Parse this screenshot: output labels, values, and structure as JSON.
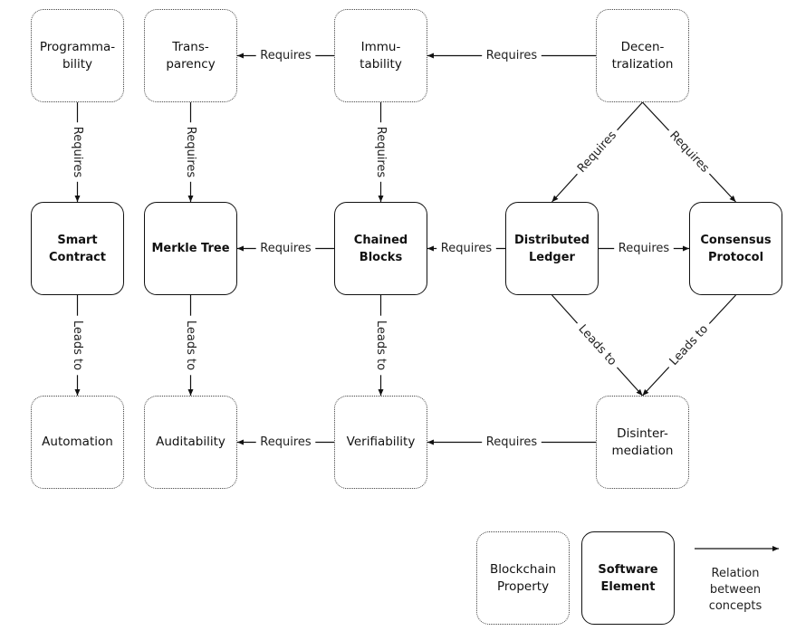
{
  "nodes": [
    {
      "id": "programmability",
      "kind": "property",
      "label": "Programma-\nbility"
    },
    {
      "id": "transparency",
      "kind": "property",
      "label": "Trans-\nparency"
    },
    {
      "id": "immutability",
      "kind": "property",
      "label": "Immu-\ntability"
    },
    {
      "id": "decentralization",
      "kind": "property",
      "label": "Decen-\ntralization"
    },
    {
      "id": "smart-contract",
      "kind": "element",
      "label": "Smart\nContract"
    },
    {
      "id": "merkle-tree",
      "kind": "element",
      "label": "Merkle Tree"
    },
    {
      "id": "chained-blocks",
      "kind": "element",
      "label": "Chained\nBlocks"
    },
    {
      "id": "distributed-ledger",
      "kind": "element",
      "label": "Distributed\nLedger"
    },
    {
      "id": "consensus-protocol",
      "kind": "element",
      "label": "Consensus\nProtocol"
    },
    {
      "id": "automation",
      "kind": "property",
      "label": "Automation"
    },
    {
      "id": "auditability",
      "kind": "property",
      "label": "Auditability"
    },
    {
      "id": "verifiability",
      "kind": "property",
      "label": "Verifiability"
    },
    {
      "id": "disintermediation",
      "kind": "property",
      "label": "Disinter-\nmediation"
    }
  ],
  "edges": [
    {
      "from": "immutability",
      "to": "transparency",
      "label": "Requires"
    },
    {
      "from": "decentralization",
      "to": "immutability",
      "label": "Requires"
    },
    {
      "from": "programmability",
      "to": "smart-contract",
      "label": "Requires"
    },
    {
      "from": "transparency",
      "to": "merkle-tree",
      "label": "Requires"
    },
    {
      "from": "immutability",
      "to": "chained-blocks",
      "label": "Requires"
    },
    {
      "from": "decentralization",
      "to": "distributed-ledger",
      "label": "Requires"
    },
    {
      "from": "decentralization",
      "to": "consensus-protocol",
      "label": "Requires"
    },
    {
      "from": "chained-blocks",
      "to": "merkle-tree",
      "label": "Requires"
    },
    {
      "from": "distributed-ledger",
      "to": "chained-blocks",
      "label": "Requires"
    },
    {
      "from": "distributed-ledger",
      "to": "consensus-protocol",
      "label": "Requires"
    },
    {
      "from": "smart-contract",
      "to": "automation",
      "label": "Leads to"
    },
    {
      "from": "merkle-tree",
      "to": "auditability",
      "label": "Leads to"
    },
    {
      "from": "chained-blocks",
      "to": "verifiability",
      "label": "Leads to"
    },
    {
      "from": "distributed-ledger",
      "to": "disintermediation",
      "label": "Leads to"
    },
    {
      "from": "consensus-protocol",
      "to": "disintermediation",
      "label": "Leads to"
    },
    {
      "from": "verifiability",
      "to": "auditability",
      "label": "Requires"
    },
    {
      "from": "disintermediation",
      "to": "verifiability",
      "label": "Requires"
    }
  ],
  "legend": {
    "property_label": "Blockchain\nProperty",
    "element_label": "Software\nElement",
    "relation_label": "Relation\nbetween\nconcepts"
  }
}
